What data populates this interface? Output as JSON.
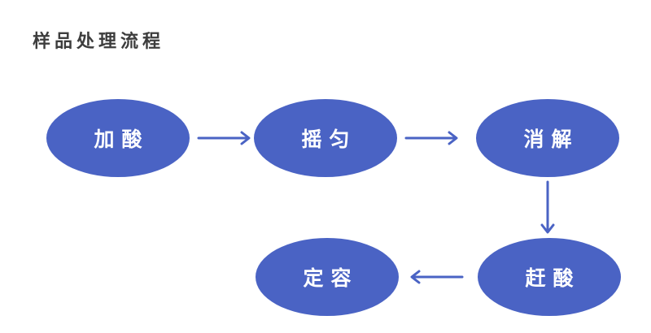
{
  "title": "样品处理流程",
  "colors": {
    "node_fill": "#4a63c4",
    "node_text": "#ffffff",
    "arrow": "#4a63c4",
    "title_text": "#3d3d3d",
    "background": "#ffffff"
  },
  "flowchart": {
    "type": "flowchart",
    "nodes": [
      {
        "id": "add-acid",
        "label": "加酸"
      },
      {
        "id": "shake-well",
        "label": "摇匀"
      },
      {
        "id": "digest",
        "label": "消解"
      },
      {
        "id": "drive-acid",
        "label": "赶酸"
      },
      {
        "id": "fix-volume",
        "label": "定容"
      }
    ],
    "edges": [
      {
        "from": "加酸",
        "to": "摇匀",
        "direction": "right"
      },
      {
        "from": "摇匀",
        "to": "消解",
        "direction": "right"
      },
      {
        "from": "消解",
        "to": "赶酸",
        "direction": "down"
      },
      {
        "from": "赶酸",
        "to": "定容",
        "direction": "left"
      }
    ]
  }
}
